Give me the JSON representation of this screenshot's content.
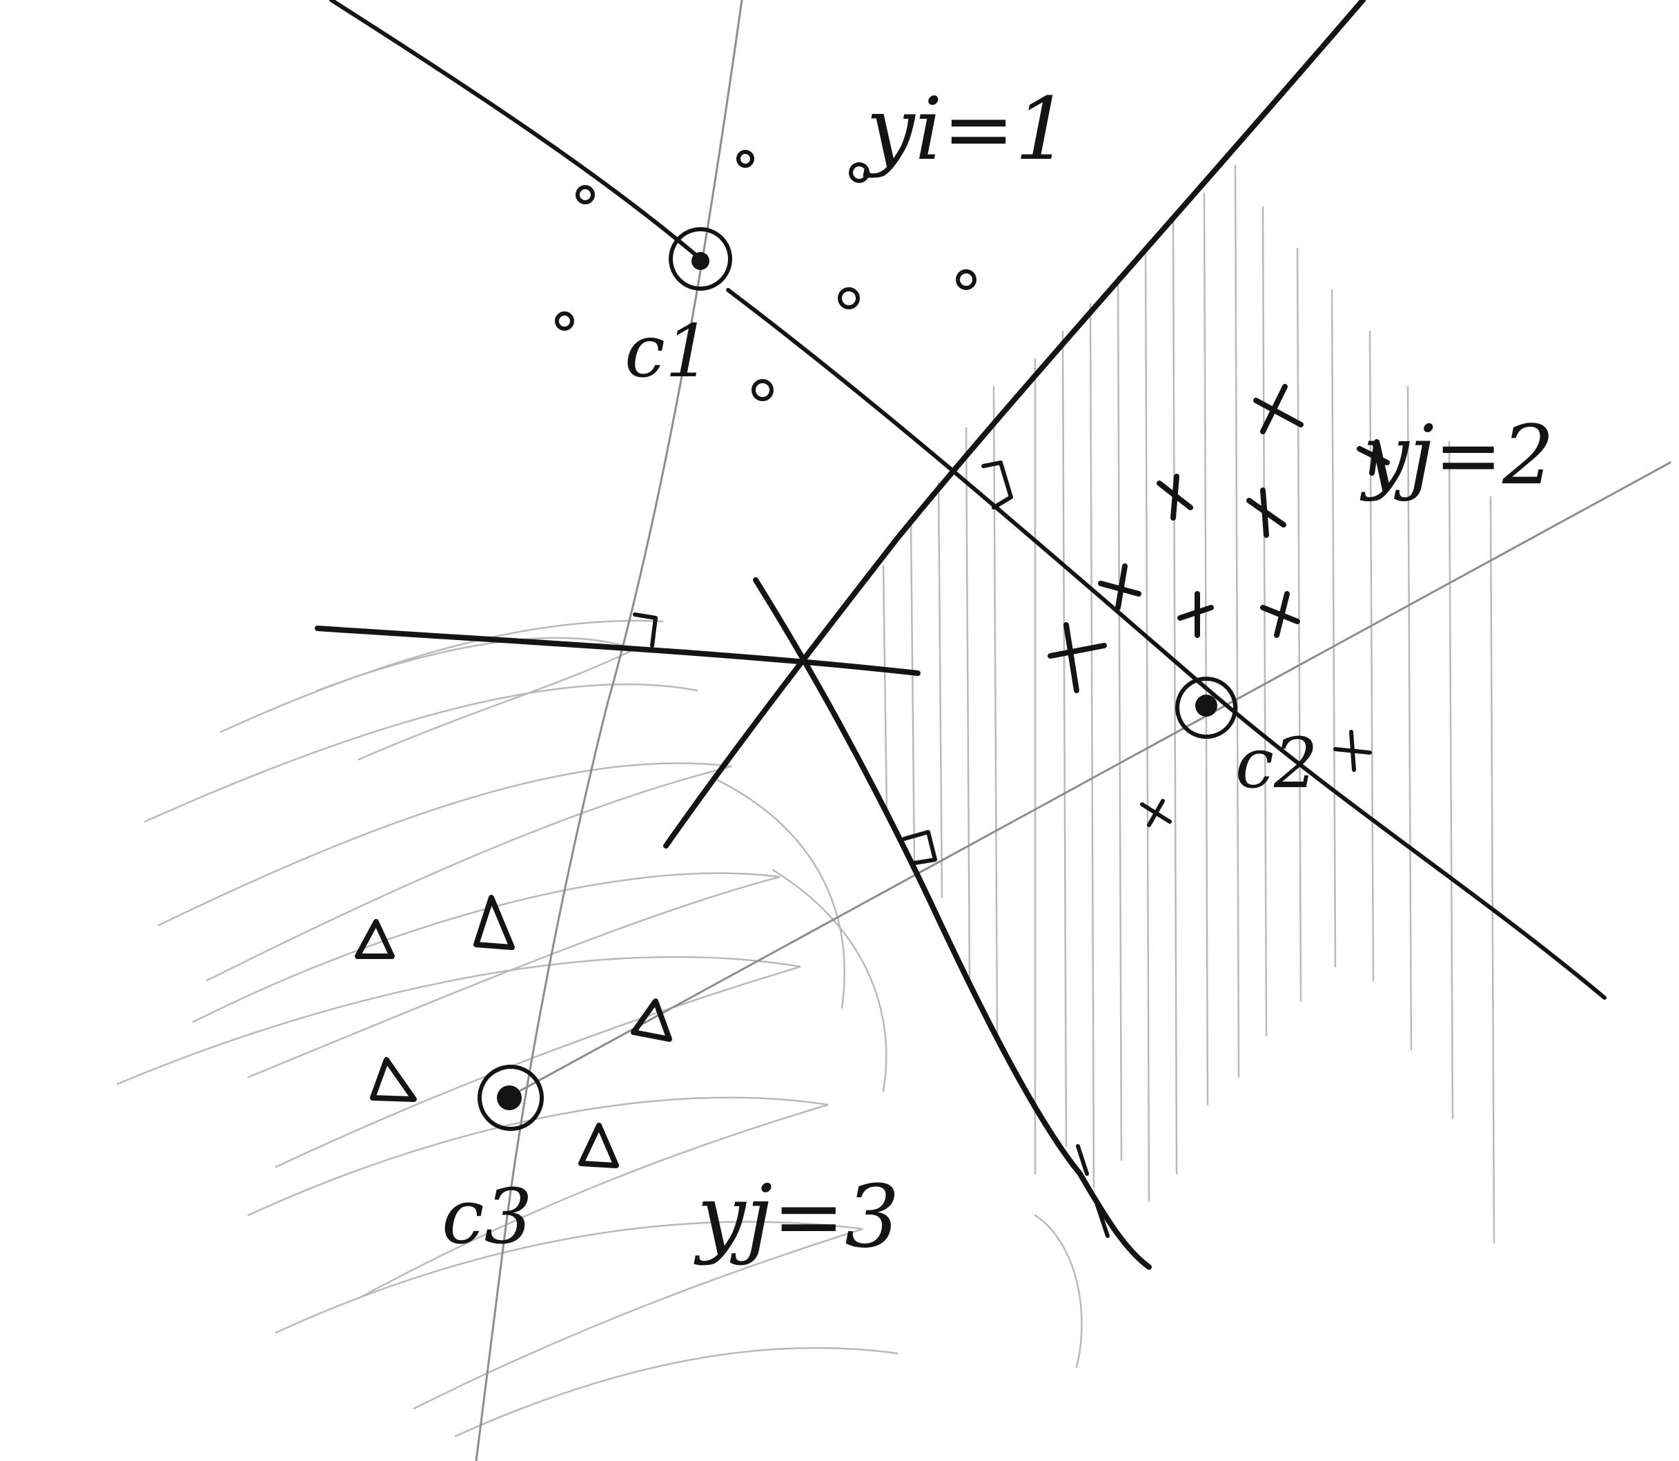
{
  "labels": {
    "c1": "c1",
    "c2": "c2",
    "c3": "c3",
    "class1": "yi=1",
    "class2": "yj=2",
    "class3": "yj=3"
  },
  "colors": {
    "ink": "#141414",
    "pencil": "#b9b9b9"
  }
}
